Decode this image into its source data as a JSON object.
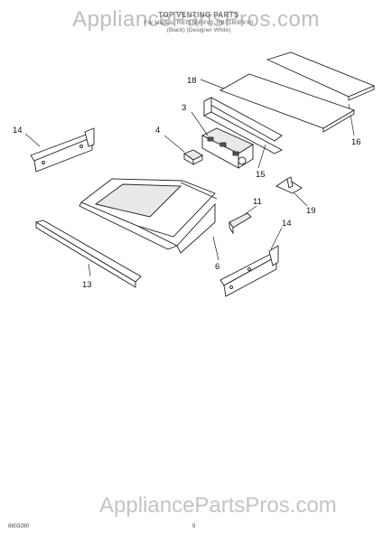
{
  "watermark": "AppliancePartsPros.com",
  "watermark_bottom": "AppliancePartsPros.com",
  "title": {
    "line1": "TOP VENTING PARTS",
    "line2": "For Models: RBT160PXV0, RBT160PXY0",
    "line3": "(Black)   (Designer White)"
  },
  "callouts": [
    "3",
    "4",
    "6",
    "11",
    "13",
    "14",
    "14",
    "15",
    "16",
    "18",
    "19"
  ],
  "footer": {
    "doc_number": "8803280",
    "page_number": "9"
  }
}
